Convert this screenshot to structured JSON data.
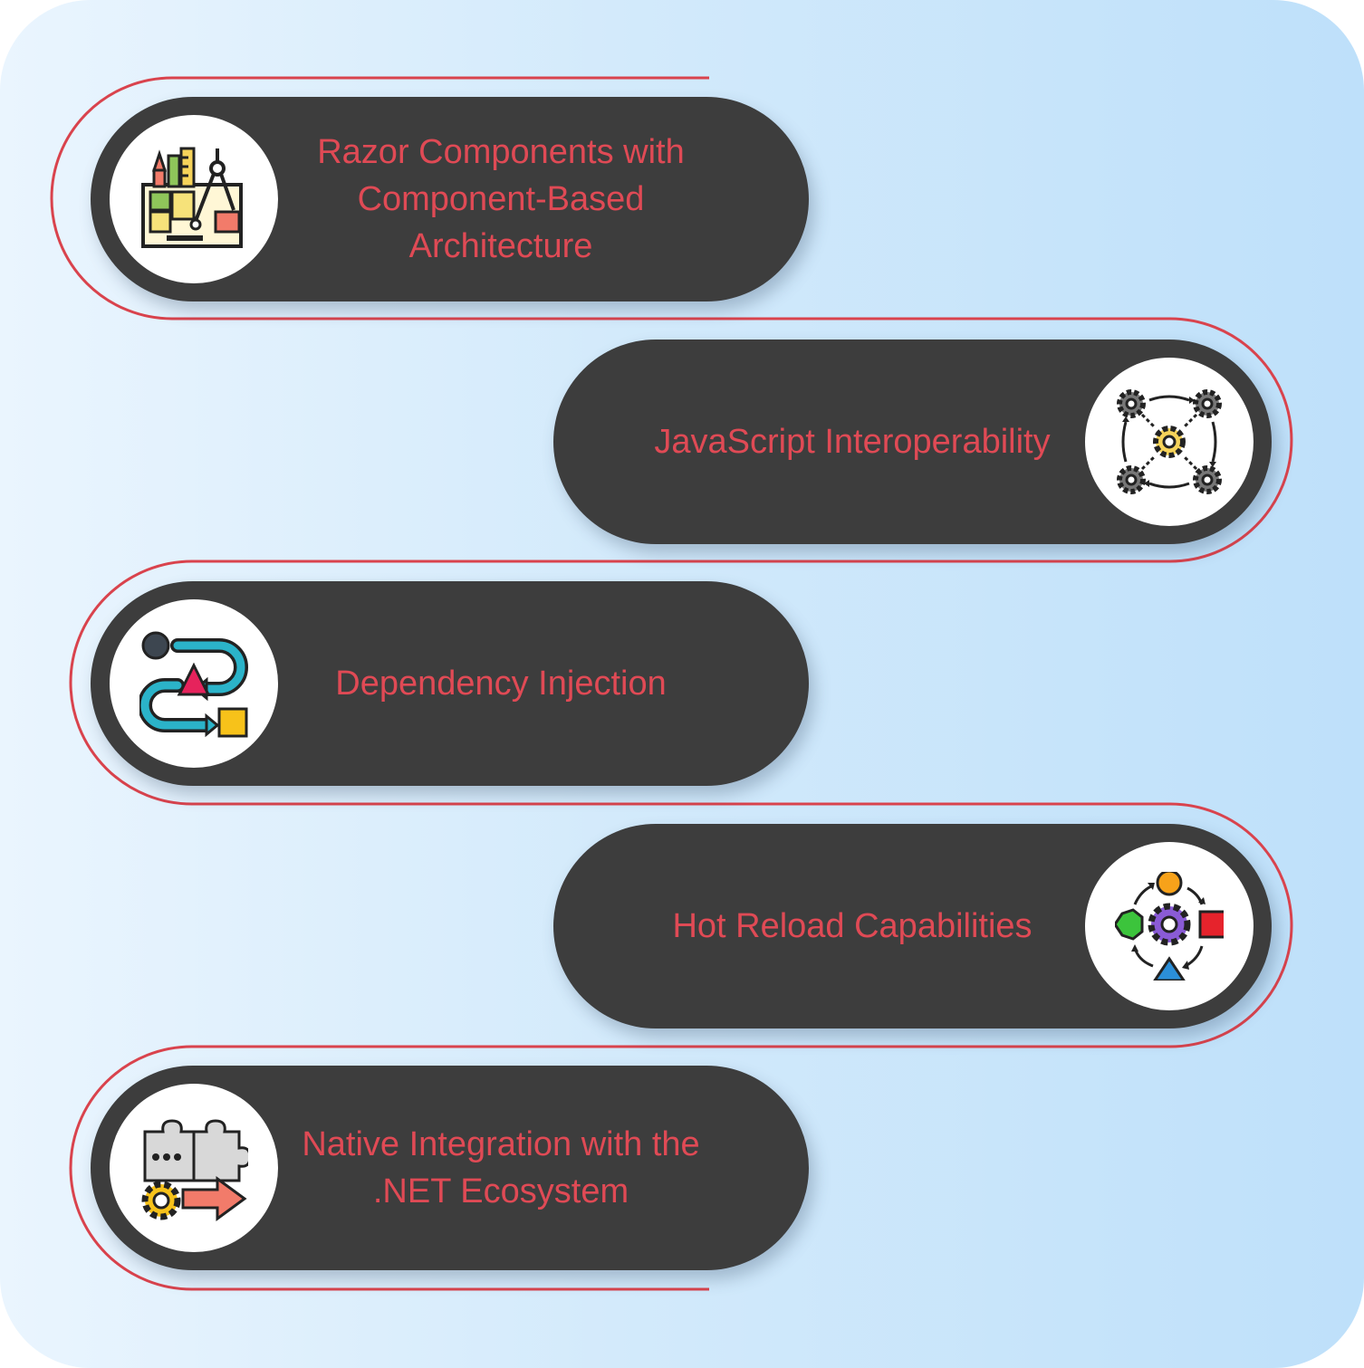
{
  "colors": {
    "pill_background": "#3d3d3d",
    "label_text": "#e04a55",
    "connector_line": "#d9434d",
    "background_left": "#eaf5fe",
    "background_right": "#bee0fa"
  },
  "items": [
    {
      "label": "Razor Components with Component-Based Architecture",
      "icon": "drafting-tools-icon",
      "side": "left"
    },
    {
      "label": "JavaScript Interoperability",
      "icon": "gear-network-icon",
      "side": "right"
    },
    {
      "label": "Dependency Injection",
      "icon": "shape-flow-icon",
      "side": "left"
    },
    {
      "label": "Hot Reload Capabilities",
      "icon": "shape-cycle-gear-icon",
      "side": "right"
    },
    {
      "label": "Native Integration with the .NET Ecosystem",
      "icon": "puzzle-gear-arrow-icon",
      "side": "left"
    }
  ]
}
